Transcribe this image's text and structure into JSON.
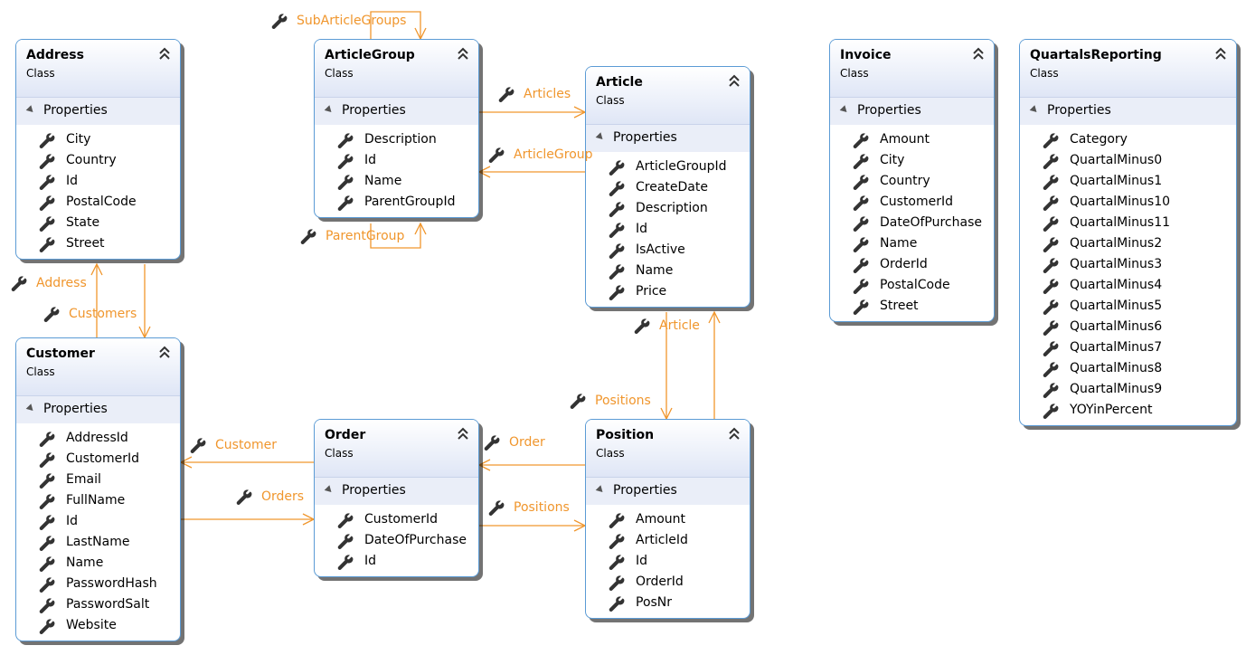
{
  "diagram": {
    "classes": [
      {
        "id": "address",
        "name": "Address",
        "kind": "Class",
        "section": "Properties",
        "properties": [
          "City",
          "Country",
          "Id",
          "PostalCode",
          "State",
          "Street"
        ]
      },
      {
        "id": "article-group",
        "name": "ArticleGroup",
        "kind": "Class",
        "section": "Properties",
        "properties": [
          "Description",
          "Id",
          "Name",
          "ParentGroupId"
        ]
      },
      {
        "id": "article",
        "name": "Article",
        "kind": "Class",
        "section": "Properties",
        "properties": [
          "ArticleGroupId",
          "CreateDate",
          "Description",
          "Id",
          "IsActive",
          "Name",
          "Price"
        ]
      },
      {
        "id": "invoice",
        "name": "Invoice",
        "kind": "Class",
        "section": "Properties",
        "properties": [
          "Amount",
          "City",
          "Country",
          "CustomerId",
          "DateOfPurchase",
          "Name",
          "OrderId",
          "PostalCode",
          "Street"
        ]
      },
      {
        "id": "quartals-reporting",
        "name": "QuartalsReporting",
        "kind": "Class",
        "section": "Properties",
        "properties": [
          "Category",
          "QuartalMinus0",
          "QuartalMinus1",
          "QuartalMinus10",
          "QuartalMinus11",
          "QuartalMinus2",
          "QuartalMinus3",
          "QuartalMinus4",
          "QuartalMinus5",
          "QuartalMinus6",
          "QuartalMinus7",
          "QuartalMinus8",
          "QuartalMinus9",
          "YOYinPercent"
        ]
      },
      {
        "id": "customer",
        "name": "Customer",
        "kind": "Class",
        "section": "Properties",
        "properties": [
          "AddressId",
          "CustomerId",
          "Email",
          "FullName",
          "Id",
          "LastName",
          "Name",
          "PasswordHash",
          "PasswordSalt",
          "Website"
        ]
      },
      {
        "id": "order",
        "name": "Order",
        "kind": "Class",
        "section": "Properties",
        "properties": [
          "CustomerId",
          "DateOfPurchase",
          "Id"
        ]
      },
      {
        "id": "position",
        "name": "Position",
        "kind": "Class",
        "section": "Properties",
        "properties": [
          "Amount",
          "ArticleId",
          "Id",
          "OrderId",
          "PosNr"
        ]
      }
    ],
    "associations": [
      {
        "id": "sub-article-groups",
        "label": "SubArticleGroups"
      },
      {
        "id": "parent-group",
        "label": "ParentGroup"
      },
      {
        "id": "articles",
        "label": "Articles"
      },
      {
        "id": "article-group",
        "label": "ArticleGroup"
      },
      {
        "id": "address",
        "label": "Address"
      },
      {
        "id": "customers",
        "label": "Customers"
      },
      {
        "id": "article",
        "label": "Article"
      },
      {
        "id": "positions-article",
        "label": "Positions"
      },
      {
        "id": "customer",
        "label": "Customer"
      },
      {
        "id": "orders",
        "label": "Orders"
      },
      {
        "id": "order",
        "label": "Order"
      },
      {
        "id": "positions-order",
        "label": "Positions"
      }
    ],
    "colors": {
      "association": "#f0962d",
      "border": "#5b9bd5",
      "header": "#dfe6f6",
      "section": "#eaeef8"
    },
    "icons": {
      "property": "wrench-icon",
      "collapse": "double-chevron-up-icon",
      "expander": "triangle-expanded-icon"
    }
  }
}
